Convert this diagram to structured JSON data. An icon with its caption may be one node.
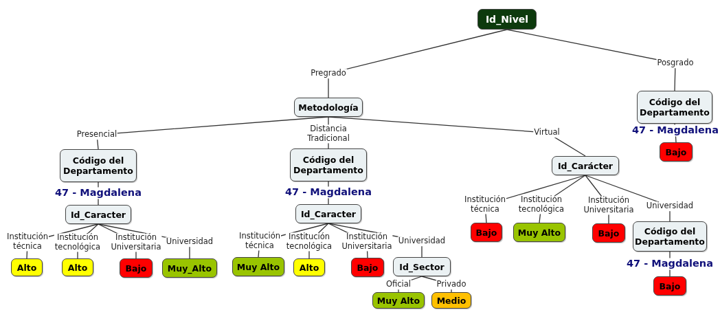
{
  "diagram": {
    "nodes": [
      {
        "text": [
          "Id_Nivel"
        ]
      },
      {
        "text": [
          "Metodología"
        ]
      },
      {
        "text": [
          "Código del Departamento"
        ]
      },
      {
        "text": [
          "Bajo"
        ]
      },
      {
        "text": [
          "Código del Departamento"
        ]
      },
      {
        "text": [
          "Id_Caracter"
        ]
      },
      {
        "text": [
          "Alto"
        ]
      },
      {
        "text": [
          "Alto"
        ]
      },
      {
        "text": [
          "Bajo"
        ]
      },
      {
        "text": [
          "Muy_Alto"
        ]
      },
      {
        "text": [
          "Código del Departamento"
        ]
      },
      {
        "text": [
          "Id_Caracter"
        ]
      },
      {
        "text": [
          "Muy Alto"
        ]
      },
      {
        "text": [
          "Alto"
        ]
      },
      {
        "text": [
          "Bajo"
        ]
      },
      {
        "text": [
          "Id_Sector"
        ]
      },
      {
        "text": [
          "Muy Alto"
        ]
      },
      {
        "text": [
          "Medio"
        ]
      },
      {
        "text": [
          "Id_Carácter"
        ]
      },
      {
        "text": [
          "Bajo"
        ]
      },
      {
        "text": [
          "Muy Alto"
        ]
      },
      {
        "text": [
          "Bajo"
        ]
      },
      {
        "text": [
          "Código del Departamento"
        ]
      },
      {
        "text": [
          "Bajo"
        ]
      }
    ],
    "edges": [
      {
        "from": 0,
        "to": 1,
        "arrow": "none",
        "label": "Pregrado"
      },
      {
        "from": 0,
        "to": 2,
        "arrow": "none",
        "label": "Posgrado"
      },
      {
        "from": 2,
        "to": 3,
        "arrow": "none",
        "label": "47 - Magdalena"
      },
      {
        "from": 1,
        "to": 4,
        "arrow": "none",
        "label": "Presencial"
      },
      {
        "from": 4,
        "to": 5,
        "arrow": "none",
        "label": "47 - Magdalena"
      },
      {
        "from": 5,
        "to": 6,
        "arrow": "none",
        "label": "Institución técnica"
      },
      {
        "from": 5,
        "to": 7,
        "arrow": "none",
        "label": "Institución tecnológica"
      },
      {
        "from": 5,
        "to": 8,
        "arrow": "none",
        "label": "Institución Universitaria"
      },
      {
        "from": 5,
        "to": 9,
        "arrow": "none",
        "label": "Universidad"
      },
      {
        "from": 1,
        "to": 10,
        "arrow": "none",
        "label": "Distancia Tradicional"
      },
      {
        "from": 10,
        "to": 11,
        "arrow": "none",
        "label": "47 - Magdalena"
      },
      {
        "from": 11,
        "to": 12,
        "arrow": "none",
        "label": "Institución técnica"
      },
      {
        "from": 11,
        "to": 13,
        "arrow": "none",
        "label": "Institución tecnológica"
      },
      {
        "from": 11,
        "to": 14,
        "arrow": "none",
        "label": "Institución Universitaria"
      },
      {
        "from": 11,
        "to": 15,
        "arrow": "none",
        "label": "Universidad"
      },
      {
        "from": 15,
        "to": 16,
        "arrow": "none",
        "label": "Oficial"
      },
      {
        "from": 15,
        "to": 17,
        "arrow": "none",
        "label": "Privado"
      },
      {
        "from": 1,
        "to": 18,
        "arrow": "none",
        "label": "Virtual"
      },
      {
        "from": 18,
        "to": 19,
        "arrow": "none",
        "label": "Institución técnica"
      },
      {
        "from": 18,
        "to": 20,
        "arrow": "none",
        "label": "Institución tecnológica"
      },
      {
        "from": 18,
        "to": 21,
        "arrow": "none",
        "label": "Institución Universitaria"
      },
      {
        "from": 18,
        "to": 22,
        "arrow": "none",
        "label": "Universidad"
      },
      {
        "from": 22,
        "to": 23,
        "arrow": "none",
        "label": "47 - Magdalena"
      }
    ]
  }
}
